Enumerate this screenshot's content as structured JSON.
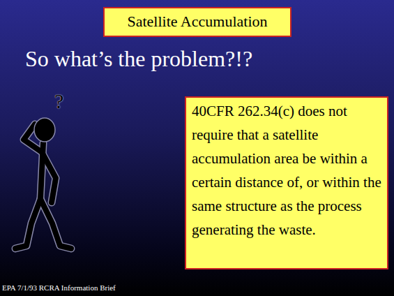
{
  "diagram": {
    "nodes": [
      {
        "text": [
          "Satellite Accumulation"
        ]
      },
      {
        "text": [
          "40CFR 262.34(c) does not require that a satellite accumulation area be within a certain distance of, or within the same structure as the process generating the waste."
        ]
      }
    ],
    "labels": [
      "So what’s the problem?!?",
      "?",
      "EPA 7/1/93 RCRA Information Brief"
    ]
  }
}
